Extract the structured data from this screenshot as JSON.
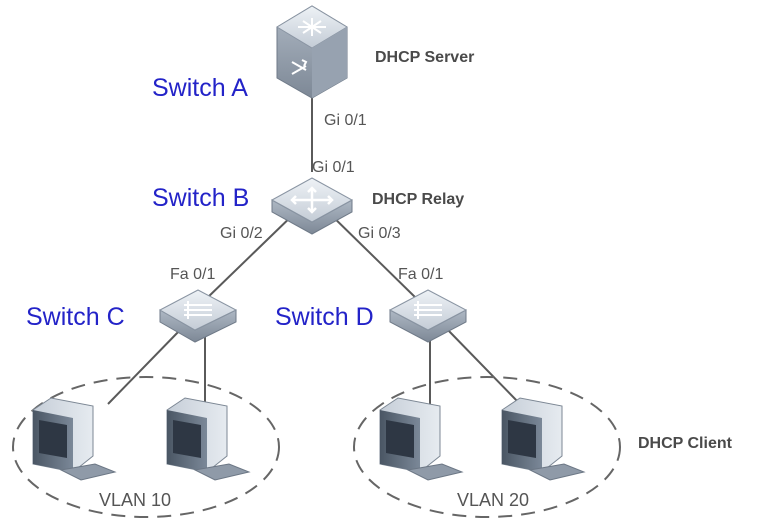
{
  "switches": {
    "a": {
      "name": "Switch A",
      "role": "DHCP Server",
      "port_up": "Gi 0/1"
    },
    "b": {
      "name": "Switch B",
      "role": "DHCP Relay",
      "port_top": "Gi 0/1",
      "port_left": "Gi 0/2",
      "port_right": "Gi 0/3"
    },
    "c": {
      "name": "Switch C",
      "port": "Fa 0/1"
    },
    "d": {
      "name": "Switch D",
      "port": "Fa 0/1"
    }
  },
  "vlans": {
    "left": {
      "label": "VLAN 10"
    },
    "right": {
      "label": "VLAN 20"
    }
  },
  "clients": {
    "label": "DHCP Client"
  },
  "colors": {
    "label_blue": "#2323c8",
    "device_body": "#b9c3cf",
    "link": "#5a5a5a"
  }
}
